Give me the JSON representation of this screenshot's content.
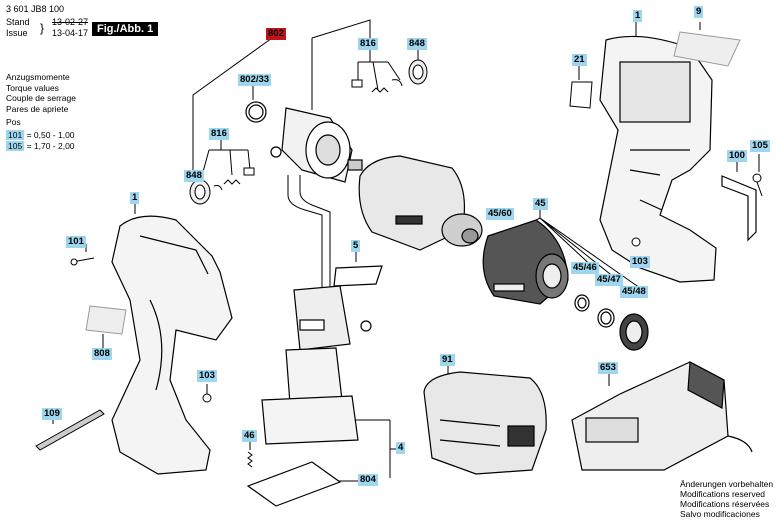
{
  "header": {
    "part_number": "3 601 JB8 100",
    "stand_label": "Stand",
    "issue_label": "Issue",
    "stand_date_struck": "13-02-27",
    "issue_date": "13-04-17",
    "figure_label": "Fig./Abb. 1"
  },
  "legend": {
    "lines": [
      "Anzugsmomente",
      "Torque values",
      "Couple de serrage",
      "Pares de apriete"
    ],
    "pos_label": "Pos",
    "rows": [
      {
        "pos": "101",
        "value": "= 0,50 - 1,00"
      },
      {
        "pos": "105",
        "value": "= 1,70 - 2,00"
      }
    ]
  },
  "callouts": {
    "c802": "802",
    "c802_33": "802/33",
    "c816a": "816",
    "c848a": "848",
    "c816b": "816",
    "c848b": "848",
    "c1a": "1",
    "c9": "9",
    "c21": "21",
    "c100": "100",
    "c105": "105",
    "c103a": "103",
    "c101": "101",
    "c1b": "1",
    "c808": "808",
    "c103b": "103",
    "c109": "109",
    "c5": "5",
    "c45": "45",
    "c45_60": "45/60",
    "c45_46": "45/46",
    "c45_47": "45/47",
    "c45_48": "45/48",
    "c91": "91",
    "c653": "653",
    "c46": "46",
    "c4": "4",
    "c804": "804"
  },
  "footer": {
    "lines": [
      "Änderungen vorbehalten",
      "Modifications reserved",
      "Modifications réservées",
      "Salvo modificaciones"
    ]
  },
  "colors": {
    "callout_blue": "#9fd6ef",
    "callout_red": "#c0141b"
  }
}
